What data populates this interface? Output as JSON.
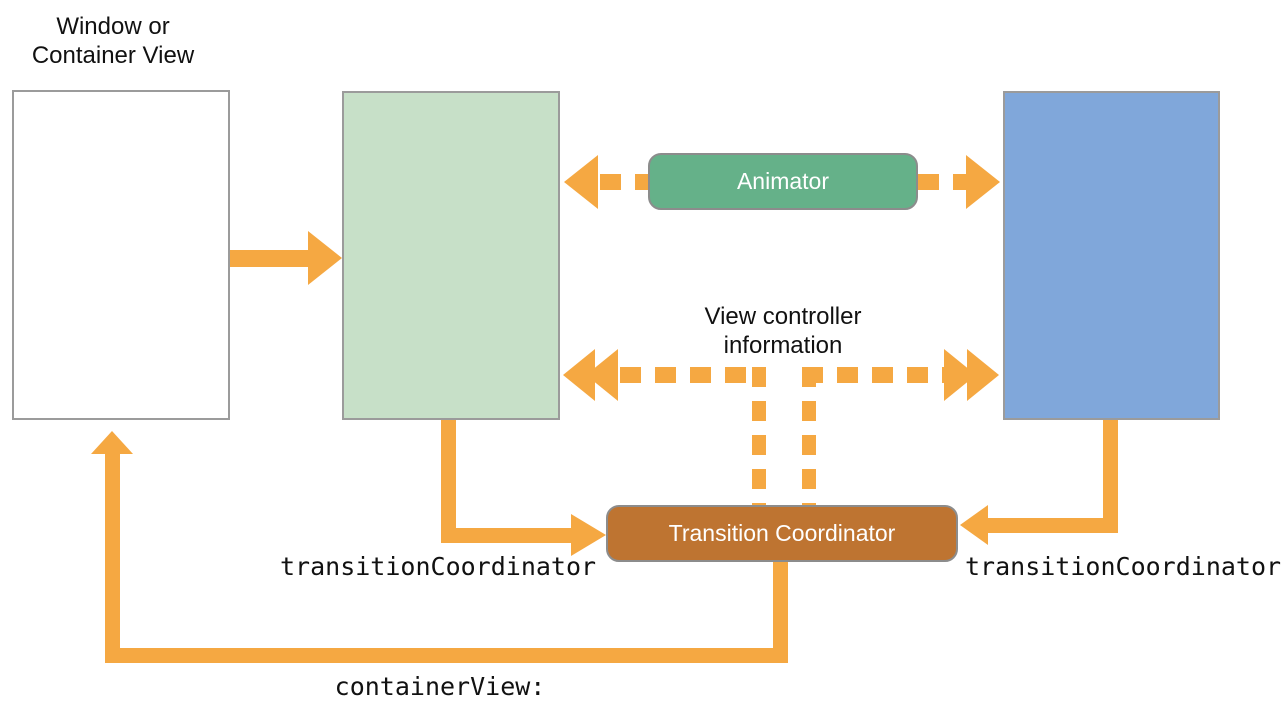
{
  "title": "View controller transition coordinator diagram",
  "colors": {
    "orange": "#F5A842",
    "pale_green": "#C7E0C8",
    "blue": "#80A7DA",
    "animator_green": "#65B189",
    "coordinator_brown": "#BE7431",
    "box_border": "#9B9B9B",
    "pill_border": "#8C8C8C",
    "text": "#111111"
  },
  "labels": {
    "window_or_container_view": "Window or\nContainer View",
    "view_controller_information": "View controller\ninformation",
    "transition_coordinator_left": "transitionCoordinator",
    "transition_coordinator_right": "transitionCoordinator",
    "container_view_method": "containerView:"
  },
  "nodes": {
    "animator": {
      "label": "Animator"
    },
    "transition_coordinator": {
      "label": "Transition Coordinator"
    }
  }
}
